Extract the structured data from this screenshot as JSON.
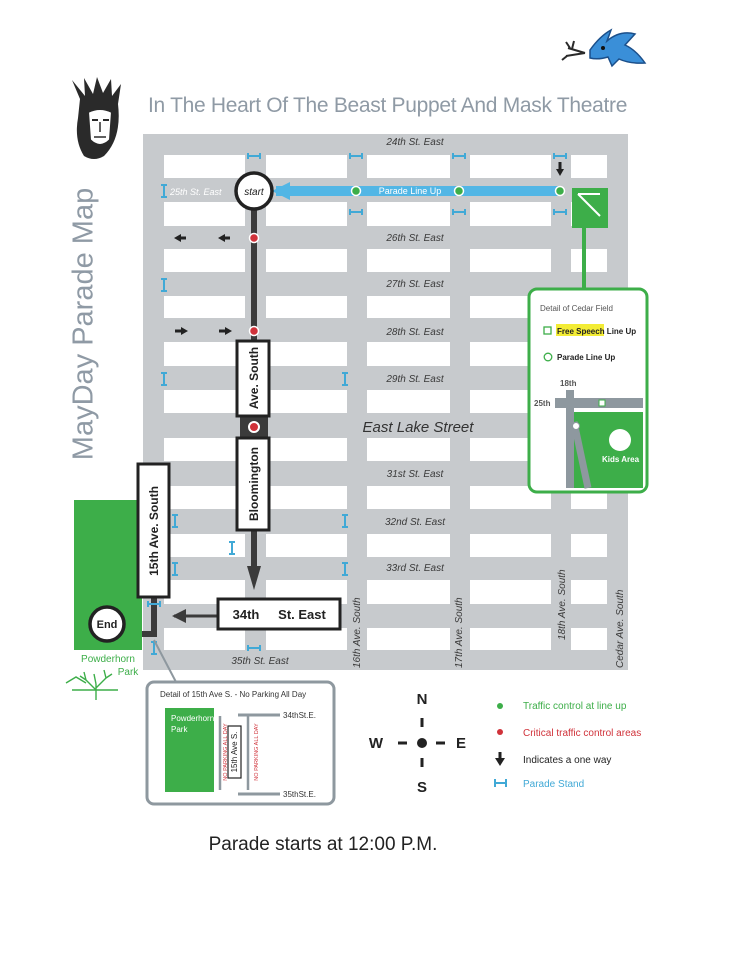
{
  "header": {
    "title": "In The Heart Of The Beast Puppet And Mask Theatre"
  },
  "side_title": "MayDay Parade Map",
  "streets": {
    "s24": "24th St. East",
    "s25": "25th St. East",
    "s26": "26th St. East",
    "s27": "27th St. East",
    "s28": "28th St. East",
    "s29": "29th St. East",
    "lake": "East Lake Street",
    "s31": "31st St. East",
    "s32": "32nd St. East",
    "s33": "33rd St. East",
    "s35": "35th St. East",
    "ave16": "16th Ave. South",
    "ave17": "17th Ave. South",
    "ave18": "18th Ave. South",
    "cedar": "Cedar Ave. South"
  },
  "route_signs": {
    "bloomington": "Bloomington",
    "bloomington_ave": "Ave. South",
    "ave15": "15th Ave. South",
    "s34a": "34th",
    "s34b": "St. East"
  },
  "markers": {
    "start": "start",
    "end": "End"
  },
  "line_up_label": "Parade Line Up",
  "park": {
    "name1": "Powderhorn",
    "name2": "Park"
  },
  "cedar_detail": {
    "title": "Detail of Cedar Field",
    "free_speech": "Free Speech Line Up",
    "parade_line": "Parade Line Up",
    "street18": "18th",
    "street25": "25th",
    "kids": "Kids Area"
  },
  "ave15_detail": {
    "title": "Detail of 15th Ave S. - No Parking All Day",
    "park1": "Powderhorn",
    "park2": "Park",
    "street34": "34thSt.E.",
    "street35": "35thSt.E.",
    "ave": "15th Ave S.",
    "no_parking": "NO PARKING ALL DAY"
  },
  "compass": {
    "n": "N",
    "s": "S",
    "e": "E",
    "w": "W"
  },
  "legend": [
    {
      "label": "Traffic control at line up",
      "color": "#3dae49",
      "text_color": "#3dae49",
      "icon": "green-dot"
    },
    {
      "label": "Critical traffic control areas",
      "color": "#d0323a",
      "text_color": "#d0323a",
      "icon": "red-dot"
    },
    {
      "label": "Indicates a one way",
      "color": "#222222",
      "text_color": "#222222",
      "icon": "down-arrow"
    },
    {
      "label": "Parade Stand",
      "color": "#41a9d6",
      "text_color": "#41a9d6",
      "icon": "stand"
    }
  ],
  "footer": "Parade starts at 12:00 P.M.",
  "colors": {
    "grid": "#c7cacd",
    "park_green": "#3dae49",
    "parade_blue": "#52b6e5",
    "route": "#3b3b3b",
    "title_gray": "#8f9aa5",
    "red": "#d0323a",
    "highlight": "#f3ec35"
  }
}
